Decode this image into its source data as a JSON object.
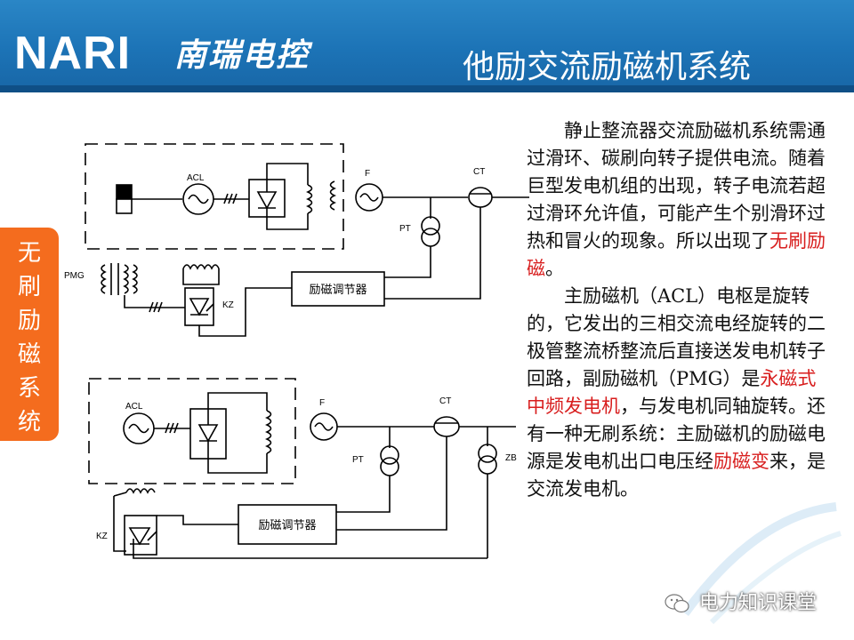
{
  "header": {
    "logo_text": "NARI",
    "logo_cn": "南瑞电控",
    "title": "他励交流励磁机系统"
  },
  "side_tab": {
    "chars": [
      "无",
      "刷",
      "励",
      "磁",
      "系",
      "统"
    ]
  },
  "body": {
    "p1_a": "静止整流器交流励磁机系统需通过滑环、碳刷向转子提供电流。随着巨型发电机组的出现，转子电流若超过滑环允许值，可能产生个别滑环过热和冒火的现象。所以出现了",
    "p1_red": "无刷励磁",
    "p1_b": "。",
    "p2_a": "主励磁机（ACL）电枢是旋转的，它发出的三相交流电经旋转的二极管整流桥整流后直接送发电机转子回路，副励磁机（PMG）是",
    "p2_red1": "永磁式中频发电机",
    "p2_b": "，与发电机同轴旋转。还有一种无刷系统：主励磁机的励磁电源是发电机出口电压经",
    "p2_red2": "励磁变",
    "p2_c": "来，是交流发电机。"
  },
  "diagram": {
    "top": {
      "acl": "ACL",
      "f": "F",
      "ct": "CT",
      "pt": "PT",
      "pmg": "PMG",
      "kz": "KZ",
      "regulator": "励磁调节器"
    },
    "bottom": {
      "acl": "ACL",
      "f": "F",
      "ct": "CT",
      "pt": "PT",
      "zb": "ZB",
      "kz": "KZ",
      "regulator": "励磁调节器"
    }
  },
  "watermark": {
    "text": "电力知识课堂",
    "icon": "wechat-icon"
  },
  "colors": {
    "header_blue": "#1c73b6",
    "tab_orange": "#f46c1e",
    "highlight_red": "#d81e1e"
  }
}
